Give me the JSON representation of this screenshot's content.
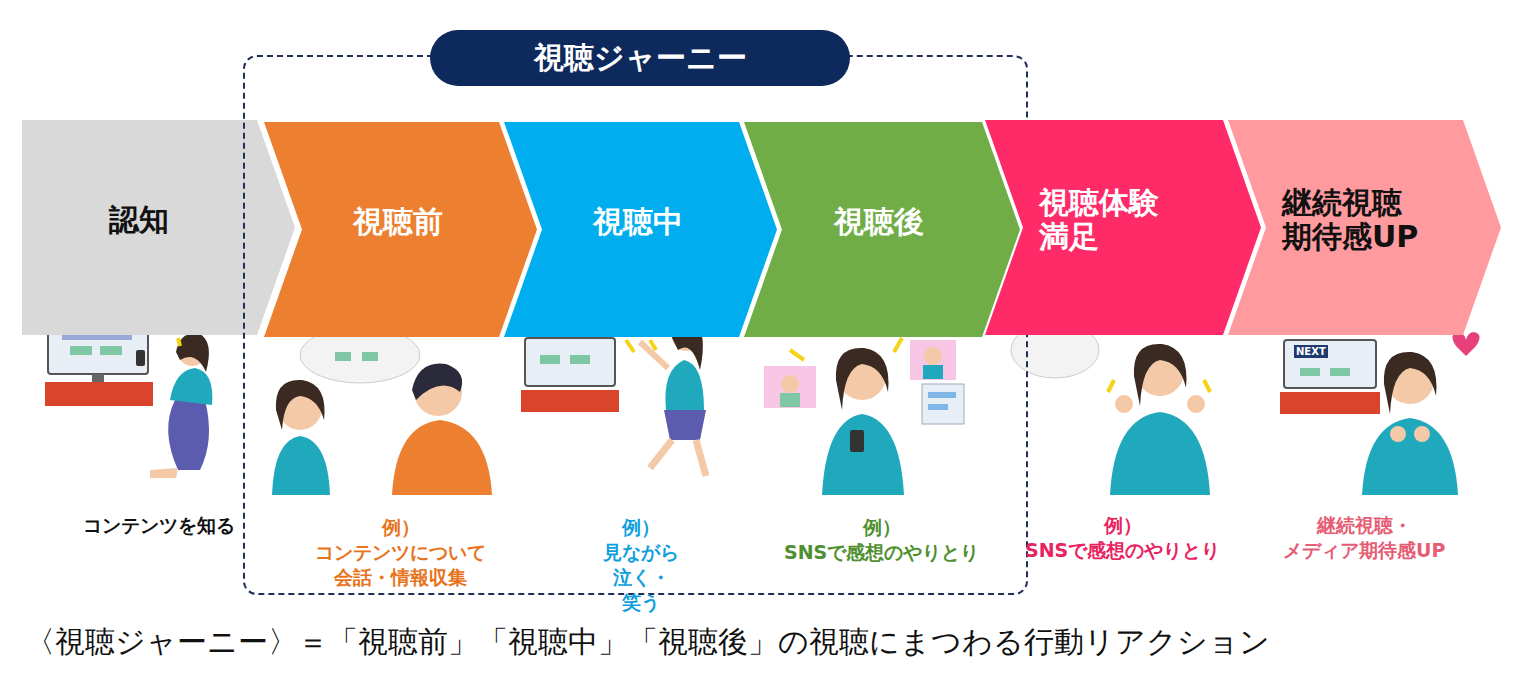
{
  "diagram": {
    "caption": "〈視聴ジャーニー〉＝「視聴前」「視聴中」「視聴後」の視聴にまつわる行動リアクション",
    "nodes": [
      {
        "text": [
          "認知",
          "コンテンツを知る"
        ]
      },
      {
        "text": [
          "視聴ジャーニー"
        ]
      },
      {
        "text": [
          "視聴前",
          "例）コンテンツについて 会話・情報収集"
        ],
        "in": 1
      },
      {
        "text": [
          "視聴中",
          "例）見ながら 泣く・笑う"
        ],
        "in": 1
      },
      {
        "text": [
          "視聴後",
          "例）SNSで感想のやりとり"
        ],
        "in": 1
      },
      {
        "text": [
          "視聴体験 満足",
          "例）SNSで感想のやりとり"
        ]
      },
      {
        "text": [
          "継続視聴 期待感UP",
          "継続視聴・ メディア期待感UP"
        ]
      }
    ],
    "labels": [
      "NEXT"
    ]
  }
}
